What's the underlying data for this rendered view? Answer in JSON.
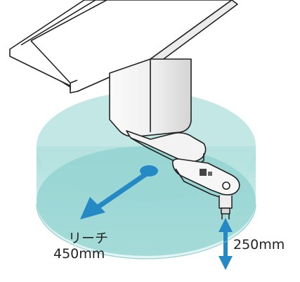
{
  "labels": {
    "reach_line1": "リーチ",
    "reach_line2": "450mm",
    "height": "250mm"
  },
  "colors": {
    "cylinder_fill": "#93d5d3",
    "cylinder_top": "#7ccac7",
    "arrow": "#2489c4",
    "outline": "#222222",
    "body_light": "#f4f4f4",
    "body_shade": "#dcdcdc"
  }
}
